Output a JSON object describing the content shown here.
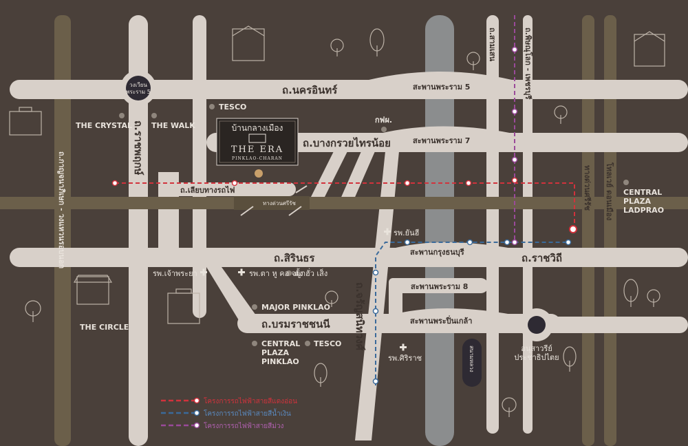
{
  "roads": {
    "nakhon_in": "ถ.นครอินทร์",
    "bang_kruai": "ถ.บางกรวยไทรน้อย",
    "sieb_rot_fai": "ถ.เลียบทางรถไฟ",
    "sirindhorn": "ถ.สิรินธร",
    "ratchawithi": "ถ.ราชวิถี",
    "borommaratchachonnani": "ถ.บรมราชชนนี",
    "ratchaphruek": "ถ.ราชพฤกษ์",
    "charan_sanit_wong": "ถ.จรัญสนิทวงศ์",
    "kanchanaphisek": "ถ.กาญจนาภิเษก - วงแหวนรอบนอก",
    "ladprao_lane": "ทางด่วนศรีรัช",
    "ladprao_right": "ทางด่วนศรีรัช",
    "phaholyothin": "โทลเวย์ ดอนเมือง",
    "samsen": "ถ.สามเสน",
    "phitsanulok": "ถ.พิษณุโลก - เพชรบุรี",
    "expressway_sirat": "ทางด่วนศรีรัช"
  },
  "bridges": {
    "rama5": "สะพานพระราม 5",
    "rama7": "สะพานพระราม 7",
    "krung_thon": "สะพานกรุงธนบุรี",
    "rama8": "สะพานพระราม 8",
    "pinklao": "สะพานพระปิ่นเกล้า"
  },
  "places": {
    "roundabout": "วงเวียน พระราม 5",
    "tesco_top": "TESCO",
    "crystal": "THE CRYSTAL",
    "walk": "THE WALK",
    "egat": "กฟผ.",
    "central_ladprao": "CENTRAL PLAZA LADPRAO",
    "yanhee": "รพ.ยันฮี",
    "chaophraya_hosp": "รพ.เจ้าพระยา",
    "ent_hosp": "รพ.ตา หู คอ จมูก",
    "tang_hua_seng": "ตั้ง ฮั่ว เส็ง",
    "major": "MAJOR PINKLAO",
    "circle": "THE CIRCLE",
    "central_pinklao": "CENTRAL PLAZA PINKLAO",
    "tesco_bottom": "TESCO",
    "siriraj": "รพ.ศิริราช",
    "sanam_luang": "สนามหลวง",
    "democracy": "อนุสาวรีย์ ประชาธิปไตย"
  },
  "project": {
    "thai_name": "บ้านกลางเมือง",
    "brand": "THE ERA",
    "sub": "PINKLAO-CHARAN"
  },
  "legend": [
    {
      "label": "โครงการรถไฟฟ้าสายสีแดงอ่อน",
      "color": "#d2323c"
    },
    {
      "label": "โครงการรถไฟฟ้าสายสีน้ำเงิน",
      "color": "#3a6a9a"
    },
    {
      "label": "โครงการรถไฟฟ้าสายสีม่วง",
      "color": "#9a4a9a"
    }
  ],
  "colors": {
    "background": "#4a403a",
    "road": "#d8d0c9",
    "river": "#8b8d8e",
    "highway": "#6b5f4a",
    "red_line": "#d2323c",
    "blue_line": "#3a6a9a",
    "purple_line": "#9a4a9a"
  }
}
